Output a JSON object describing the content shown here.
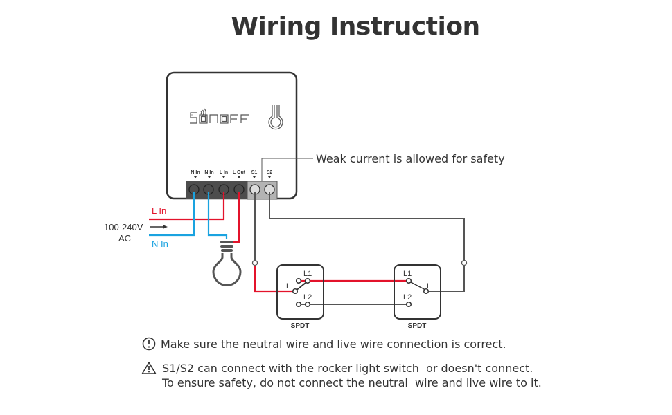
{
  "title": "Wiring Instruction",
  "device": {
    "brand": "SONOFF",
    "icons": [
      "wifi-signal-icon",
      "thermometer-icon"
    ],
    "terminals": [
      "N In",
      "N In",
      "L In",
      "L Out",
      "S1",
      "S2"
    ]
  },
  "callout": "Weak current is allowed for safety",
  "power_source": {
    "voltage": "100-240V",
    "type": "AC",
    "live_label": "L In",
    "neutral_label": "N In"
  },
  "switches": [
    {
      "label": "SPDT",
      "common": "L",
      "pos1": "L1",
      "pos2": "L2"
    },
    {
      "label": "SPDT",
      "common": "L",
      "pos1": "L1",
      "pos2": "L2"
    }
  ],
  "colors": {
    "live": "#e3132b",
    "neutral": "#1aa3e0",
    "low_voltage": "#555555",
    "text": "#333333",
    "terminal_block_dark": "#4d4d4d",
    "terminal_block_light": "#b3b3b3"
  },
  "notes": [
    {
      "icon": "info-circle-icon",
      "lines": [
        "Make sure the neutral wire and live wire connection is correct."
      ]
    },
    {
      "icon": "warning-triangle-icon",
      "lines": [
        "S1/S2 can connect with the rocker light switch  or doesn't connect.",
        "To ensure safety, do not connect the neutral  wire and live wire to it."
      ]
    }
  ]
}
